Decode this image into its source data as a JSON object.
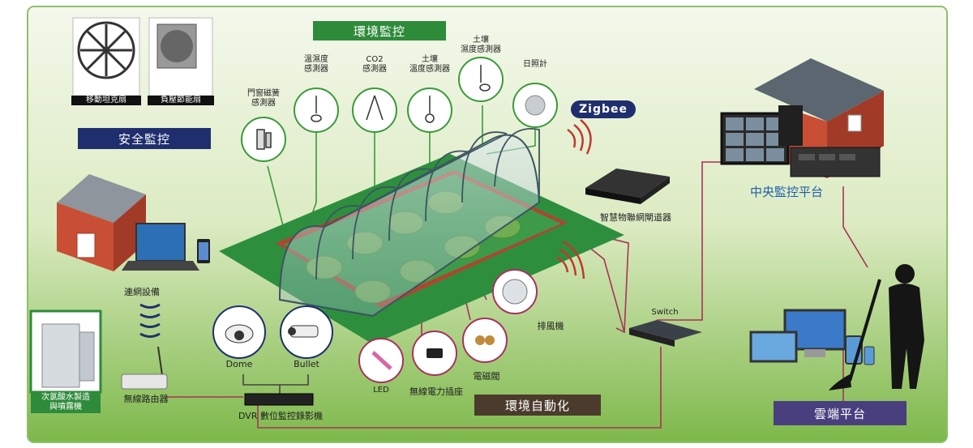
{
  "banners": {
    "env_monitor": "環境監控",
    "safety_monitor": "安全監控",
    "env_automation": "環境自動化",
    "cloud_platform": "雲端平台",
    "zigbee": "Zigbee"
  },
  "fans": {
    "mobile_fan": "移動坦克扇",
    "neg_pressure_fan": "負壓節能扇"
  },
  "sensors": {
    "door_magnetic": "門窗磁簧\n感測器",
    "temp_humidity": "溫濕度\n感測器",
    "co2": "CO2\n感測器",
    "soil_temp": "土壤\n溫度感測器",
    "soil_humidity": "土壤\n濕度感測器",
    "sunlight": "日照計"
  },
  "devices": {
    "gateway": "智慧物聯網閘道器",
    "central_platform": "中央監控平台",
    "switch": "Switch",
    "network_device": "連網設備",
    "router": "無線路由器",
    "dome": "Dome",
    "bullet": "Bullet",
    "dvr": "DVR 數位監控錄影機",
    "hypochlorous": "次氯酸水製造\n與噴霧機",
    "led": "LED",
    "wireless_socket": "無線電力插座",
    "solenoid": "電磁閥",
    "exhaust_fan": "排風機"
  },
  "colors": {
    "green_banner": "#2e8b3a",
    "navy_banner": "#1f2f6e",
    "brown_banner": "#4a3b2c",
    "purple_banner": "#4a3f7e",
    "line_green": "#3a9a3a",
    "line_red": "#a8325a"
  }
}
